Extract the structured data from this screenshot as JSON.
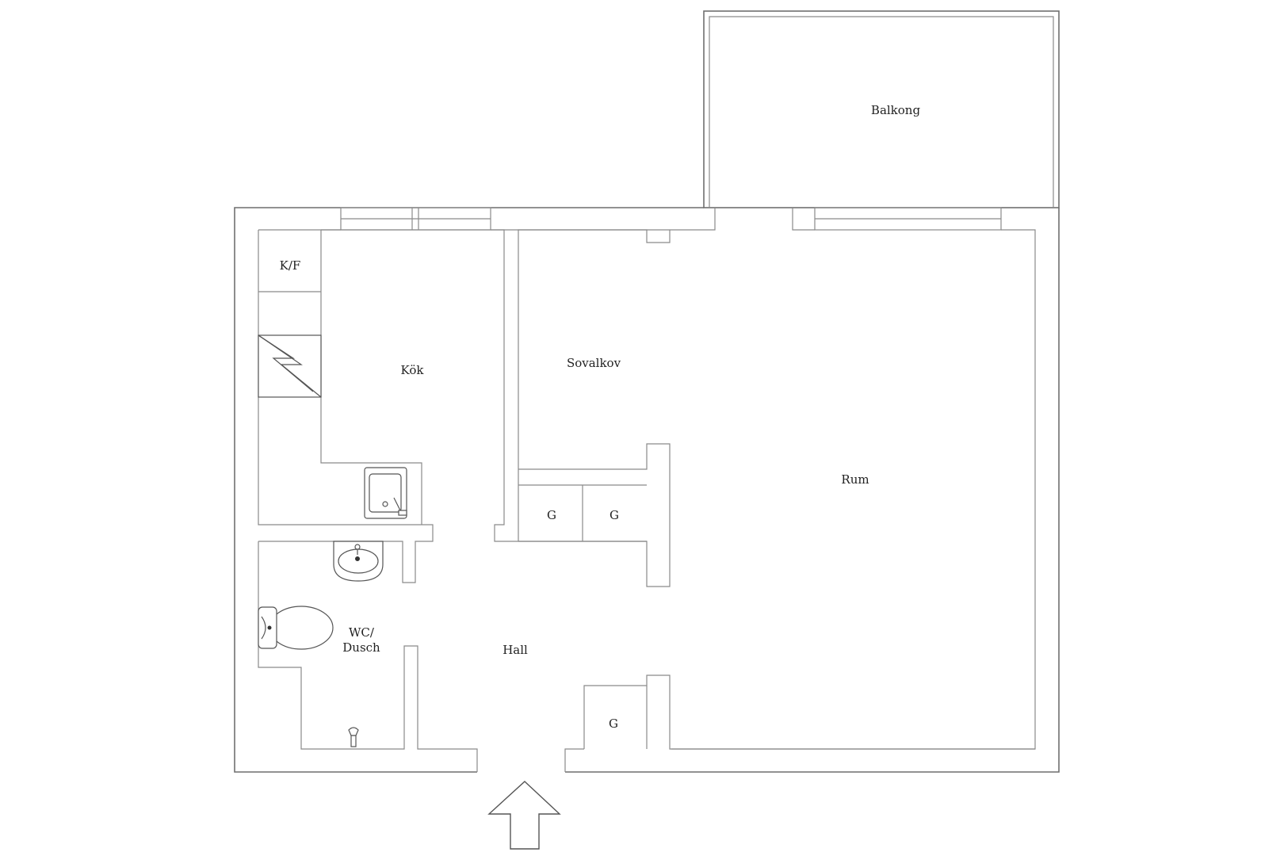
{
  "rooms": {
    "balkong": "Balkong",
    "kf": "K/F",
    "kok": "Kök",
    "sovalkov": "Sovalkov",
    "rum": "Rum",
    "closet_1": "G",
    "closet_2": "G",
    "closet_3": "G",
    "wc_line1": "WC/",
    "wc_line2": "Dusch",
    "hall": "Hall"
  }
}
